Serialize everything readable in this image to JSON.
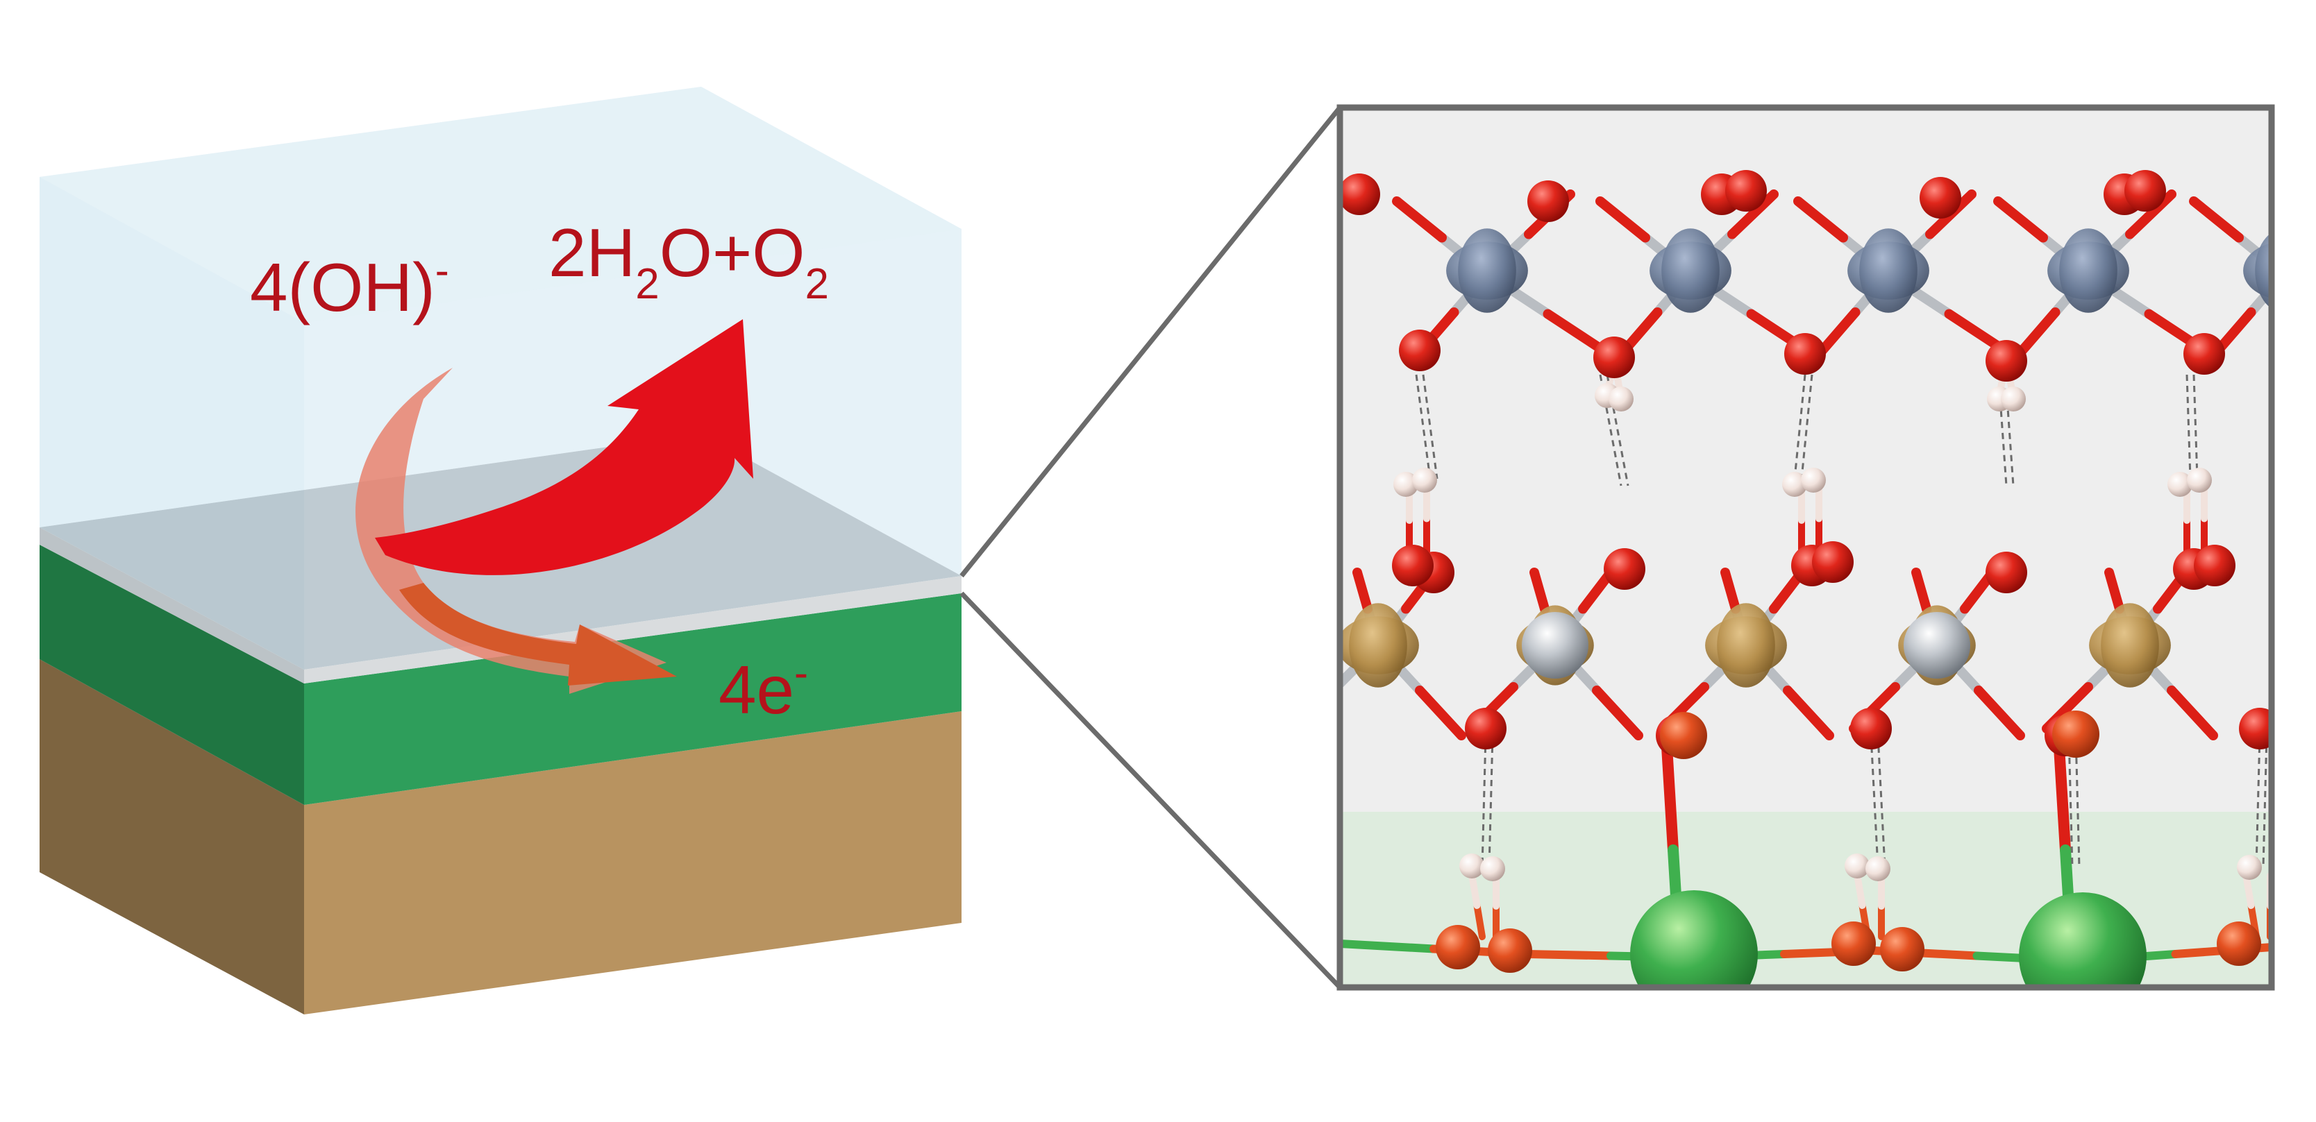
{
  "diagram": {
    "reactant": {
      "coef": "4",
      "species": "(OH)",
      "charge": "-"
    },
    "products": {
      "water_coef": "2",
      "water_a": "H",
      "water_sub": "2",
      "water_b": "O",
      "plus": "+",
      "oxygen": "O",
      "oxygen_sub": "2"
    },
    "electrons": {
      "text": "4e",
      "charge": "-"
    }
  },
  "colors": {
    "label_red": "#b5121b",
    "water_box": "#dceef5",
    "catalyst_film": "#a9b6bd",
    "support_green": "#2e9e5b",
    "substrate_brown": "#b89360",
    "arrow_red": "#e3101b",
    "arrow_salmon": "#e8836f",
    "arrow_orange": "#d5582a",
    "inset_frame": "#6b6b6b",
    "atom_oxygen": "#dc1f16",
    "atom_hydrogen": "#f1e2dc",
    "atom_metal_blue": "#6c7d99",
    "atom_metal_gold": "#b68f4c",
    "atom_metal_grey": "#a0a6ad",
    "atom_support": "#3fb04e"
  }
}
